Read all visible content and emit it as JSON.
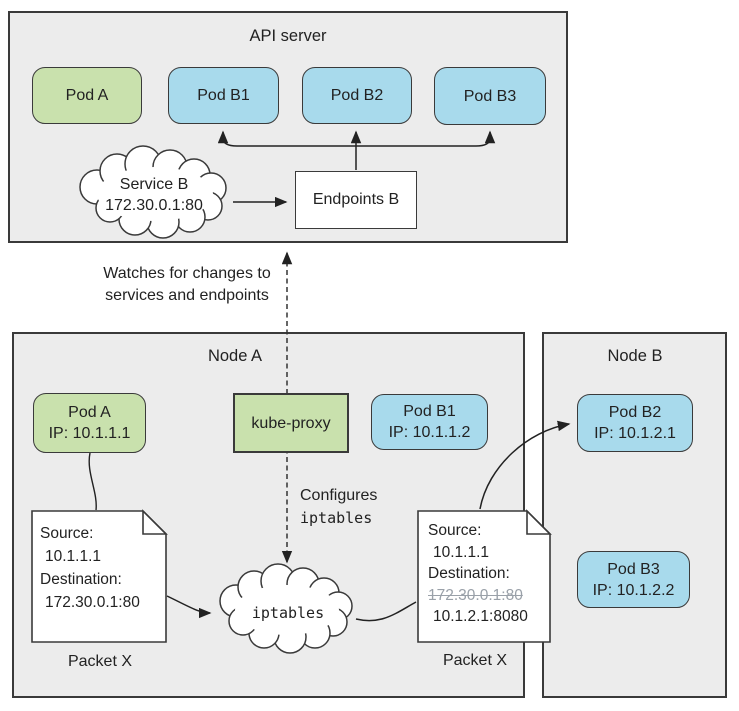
{
  "api_server": {
    "title": "API server",
    "pod_a": "Pod A",
    "pod_b1": "Pod B1",
    "pod_b2": "Pod B2",
    "pod_b3": "Pod B3",
    "service_cloud": {
      "name": "Service B",
      "ip": "172.30.0.1:80"
    },
    "endpoints": "Endpoints B"
  },
  "watch_note": {
    "line1": "Watches for changes to",
    "line2": "services and endpoints"
  },
  "node_a": {
    "title": "Node A",
    "pod_a": {
      "name": "Pod A",
      "ip": "IP: 10.1.1.1"
    },
    "kube_proxy": "kube-proxy",
    "pod_b1": {
      "name": "Pod B1",
      "ip": "IP: 10.1.1.2"
    },
    "configure_note": {
      "line1": "Configures",
      "line2": "iptables"
    },
    "iptables_cloud": "iptables",
    "packet_before": {
      "source_label": "Source:",
      "source": "10.1.1.1",
      "dest_label": "Destination:",
      "dest": "172.30.0.1:80",
      "caption": "Packet X"
    },
    "packet_after": {
      "source_label": "Source:",
      "source": "10.1.1.1",
      "dest_label": "Destination:",
      "dest_old": "172.30.0.1:80",
      "dest_new": "10.1.2.1:8080",
      "caption": "Packet X"
    }
  },
  "node_b": {
    "title": "Node B",
    "pod_b2": {
      "name": "Pod B2",
      "ip": "IP: 10.1.2.1"
    },
    "pod_b3": {
      "name": "Pod B3",
      "ip": "IP: 10.1.2.2"
    }
  },
  "colors": {
    "pod_green": "#c9e1ad",
    "pod_blue": "#a8daec",
    "panel_bg": "#ececec",
    "border": "#3a3a3a",
    "strike_text": "#9aa1a9",
    "text": "#222222"
  }
}
